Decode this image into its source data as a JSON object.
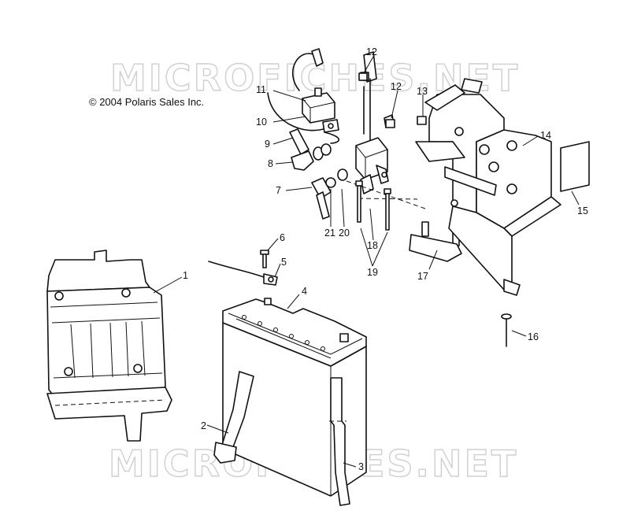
{
  "copyright": "© 2004 Polaris Sales Inc.",
  "watermark": "MICROFICHES.NET",
  "callouts": [
    "1",
    "2",
    "3",
    "4",
    "5",
    "6",
    "7",
    "8",
    "9",
    "10",
    "11",
    "12",
    "12",
    "13",
    "14",
    "15",
    "16",
    "17",
    "18",
    "19",
    "20",
    "21"
  ]
}
